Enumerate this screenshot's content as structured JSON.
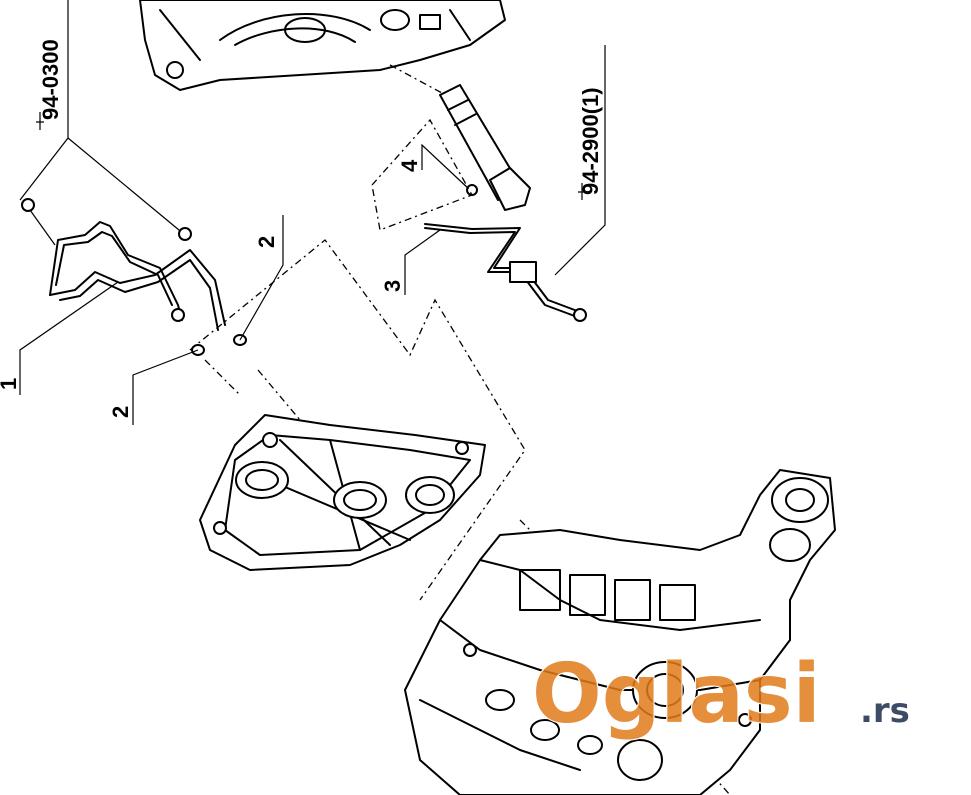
{
  "callouts": {
    "c1": "1",
    "c2a": "2",
    "c2b": "2",
    "c3": "3",
    "c4": "4",
    "ref_a": "94-0300",
    "ref_b": "94-2900(1)"
  },
  "watermark": {
    "text": "Oglasi",
    "suffix": ".rs",
    "color": "#e07b1a"
  }
}
